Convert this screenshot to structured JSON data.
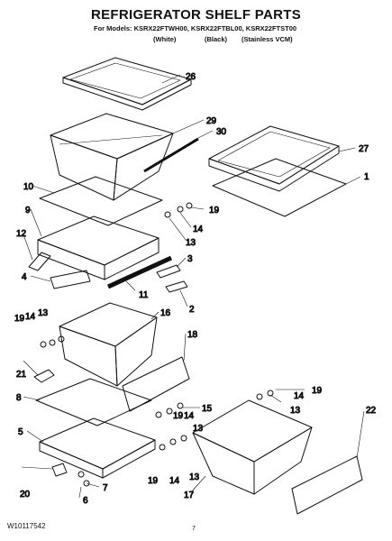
{
  "header": {
    "title": "REFRIGERATOR SHELF PARTS",
    "models_line": "For Models: KSRX22FTWH00, KSRX22FTBL00, KSRX22FTST00",
    "variant_white": "(White)",
    "variant_black": "(Black)",
    "variant_stainless": "(Stainless VCM)"
  },
  "callouts": [
    "26",
    "29",
    "30",
    "27",
    "1",
    "10",
    "19",
    "9",
    "14",
    "13",
    "12",
    "3",
    "4",
    "11",
    "2",
    "16",
    "19",
    "14",
    "13",
    "18",
    "21",
    "8",
    "15",
    "14",
    "13",
    "19",
    "13",
    "14",
    "19",
    "22",
    "5",
    "20",
    "7",
    "6",
    "17",
    "19",
    "14",
    "13"
  ],
  "footer": {
    "doc_number": "W10117542",
    "page": "7"
  }
}
